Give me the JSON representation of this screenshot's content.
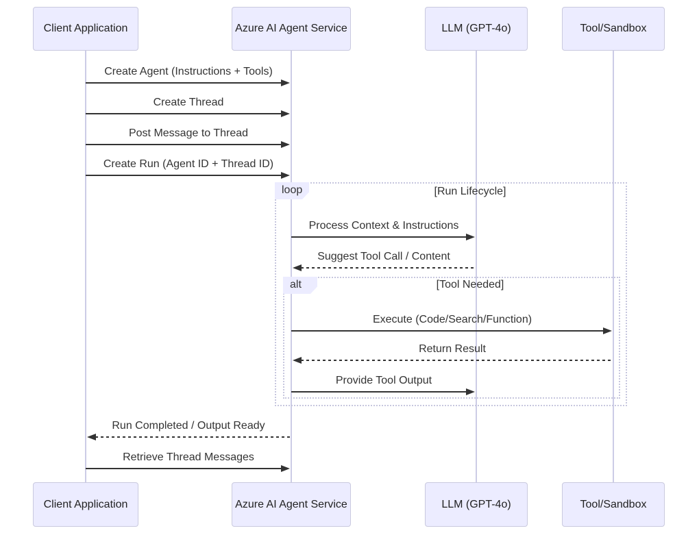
{
  "diagram": {
    "type": "sequence-diagram",
    "actors": [
      {
        "label": "Client Application"
      },
      {
        "label": "Azure AI Agent Service"
      },
      {
        "label": "LLM (GPT-4o)"
      },
      {
        "label": "Tool/Sandbox"
      }
    ],
    "messages": [
      {
        "from": "Client Application",
        "to": "Azure AI Agent Service",
        "label": "Create Agent (Instructions + Tools)",
        "style": "solid"
      },
      {
        "from": "Client Application",
        "to": "Azure AI Agent Service",
        "label": "Create Thread",
        "style": "solid"
      },
      {
        "from": "Client Application",
        "to": "Azure AI Agent Service",
        "label": "Post Message to Thread",
        "style": "solid"
      },
      {
        "from": "Client Application",
        "to": "Azure AI Agent Service",
        "label": "Create Run (Agent ID + Thread ID)",
        "style": "solid"
      },
      {
        "from": "Azure AI Agent Service",
        "to": "LLM (GPT-4o)",
        "label": "Process Context & Instructions",
        "style": "solid"
      },
      {
        "from": "LLM (GPT-4o)",
        "to": "Azure AI Agent Service",
        "label": "Suggest Tool Call / Content",
        "style": "dashed"
      },
      {
        "from": "Azure AI Agent Service",
        "to": "Tool/Sandbox",
        "label": "Execute (Code/Search/Function)",
        "style": "solid"
      },
      {
        "from": "Tool/Sandbox",
        "to": "Azure AI Agent Service",
        "label": "Return Result",
        "style": "dashed"
      },
      {
        "from": "Azure AI Agent Service",
        "to": "LLM (GPT-4o)",
        "label": "Provide Tool Output",
        "style": "solid"
      },
      {
        "from": "Azure AI Agent Service",
        "to": "Client Application",
        "label": "Run Completed / Output Ready",
        "style": "dashed"
      },
      {
        "from": "Client Application",
        "to": "Azure AI Agent Service",
        "label": "Retrieve Thread Messages",
        "style": "solid"
      }
    ],
    "frames": [
      {
        "kind": "loop",
        "label": "loop",
        "title": "[Run Lifecycle]"
      },
      {
        "kind": "alt",
        "label": "alt",
        "title": "[Tool Needed]"
      }
    ],
    "colors": {
      "actor_fill": "#ECECFF",
      "actor_border": "#C9C9DE",
      "lifeline": "#CCCCE6",
      "arrow": "#333333",
      "frame_border": "#C6C6DE",
      "frame_label_fill": "#ECECFF",
      "text": "#333333"
    }
  }
}
